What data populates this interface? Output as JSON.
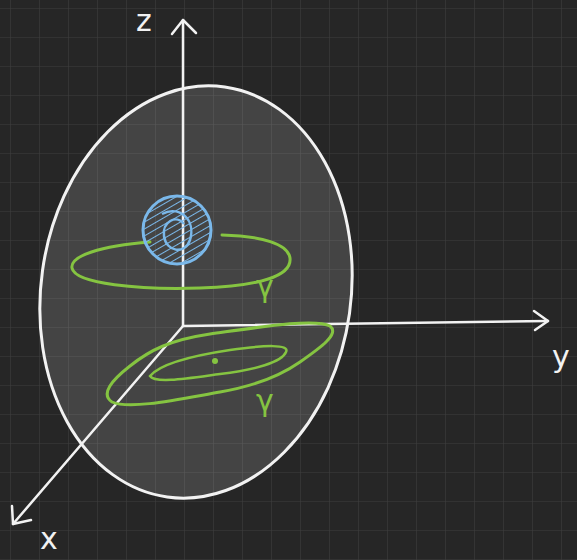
{
  "diagram": {
    "labels": [
      "z",
      "y",
      "x",
      "γ",
      "γ"
    ]
  }
}
